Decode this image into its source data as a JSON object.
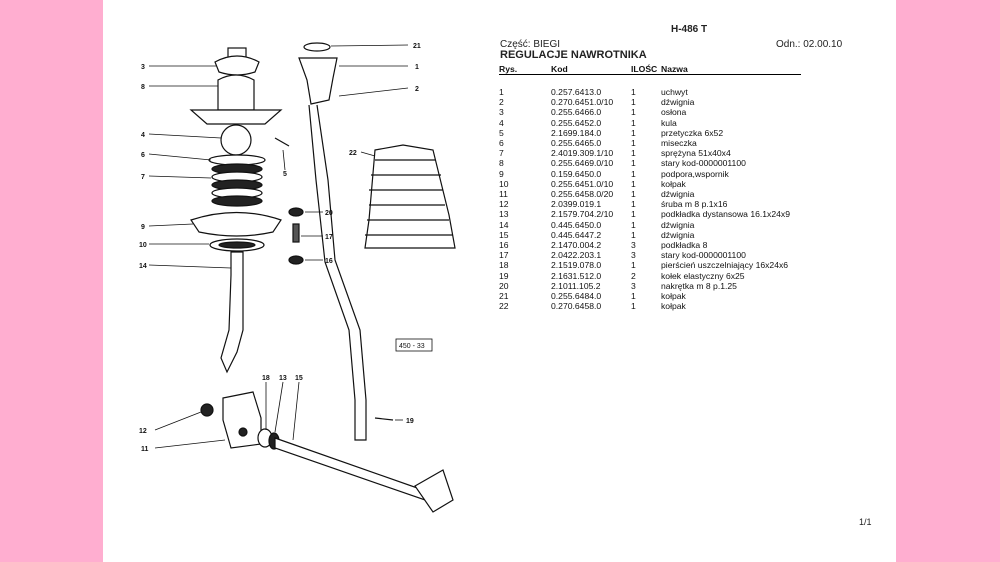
{
  "header": {
    "model": "H-486 T",
    "part_label": "Część: BIEGI",
    "ref_label": "Odn.: 02.00.10",
    "title": "REGULACJE NAWROTNIKA"
  },
  "table": {
    "columns": [
      "Rys.",
      "Kod",
      "ILOŚC",
      "Nazwa"
    ],
    "rows": [
      [
        "1",
        "0.257.6413.0",
        "1",
        "uchwyt"
      ],
      [
        "2",
        "0.270.6451.0/10",
        "1",
        "dźwignia"
      ],
      [
        "3",
        "0.255.6466.0",
        "1",
        "osłona"
      ],
      [
        "4",
        "0.255.6452.0",
        "1",
        "kula"
      ],
      [
        "5",
        "2.1699.184.0",
        "1",
        "przetyczka 6x52"
      ],
      [
        "6",
        "0.255.6465.0",
        "1",
        "miseczka"
      ],
      [
        "7",
        "2.4019.309.1/10",
        "1",
        "sprężyna 51x40x4"
      ],
      [
        "8",
        "0.255.6469.0/10",
        "1",
        "stary kod-0000001100"
      ],
      [
        "9",
        "0.159.6450.0",
        "1",
        "podpora,wspornik"
      ],
      [
        "10",
        "0.255.6451.0/10",
        "1",
        "kołpak"
      ],
      [
        "11",
        "0.255.6458.0/20",
        "1",
        "dźwignia"
      ],
      [
        "12",
        "2.0399.019.1",
        "1",
        "śruba m 8 p.1x16"
      ],
      [
        "13",
        "2.1579.704.2/10",
        "1",
        "podkładka dystansowa 16.1x24x9"
      ],
      [
        "14",
        "0.445.6450.0",
        "1",
        "dźwignia"
      ],
      [
        "15",
        "0.445.6447.2",
        "1",
        "dźwignia"
      ],
      [
        "16",
        "2.1470.004.2",
        "3",
        "podkładka 8"
      ],
      [
        "17",
        "2.0422.203.1",
        "3",
        "stary kod-0000001100"
      ],
      [
        "18",
        "2.1519.078.0",
        "1",
        "pierścień uszczelniający 16x24x6"
      ],
      [
        "19",
        "2.1631.512.0",
        "2",
        "kołek elastyczny 6x25"
      ],
      [
        "20",
        "2.1011.105.2",
        "3",
        "nakrętka m 8 p.1.25"
      ],
      [
        "21",
        "0.255.6484.0",
        "1",
        "kołpak"
      ],
      [
        "22",
        "0.270.6458.0",
        "1",
        "kołpak"
      ]
    ]
  },
  "diagram": {
    "callouts": [
      "1",
      "2",
      "3",
      "4",
      "5",
      "6",
      "7",
      "8",
      "9",
      "10",
      "11",
      "12",
      "13",
      "14",
      "15",
      "16",
      "17",
      "18",
      "19",
      "20",
      "21",
      "22"
    ],
    "figure_code": "450 - 33"
  },
  "footer": {
    "page": "1/1"
  }
}
